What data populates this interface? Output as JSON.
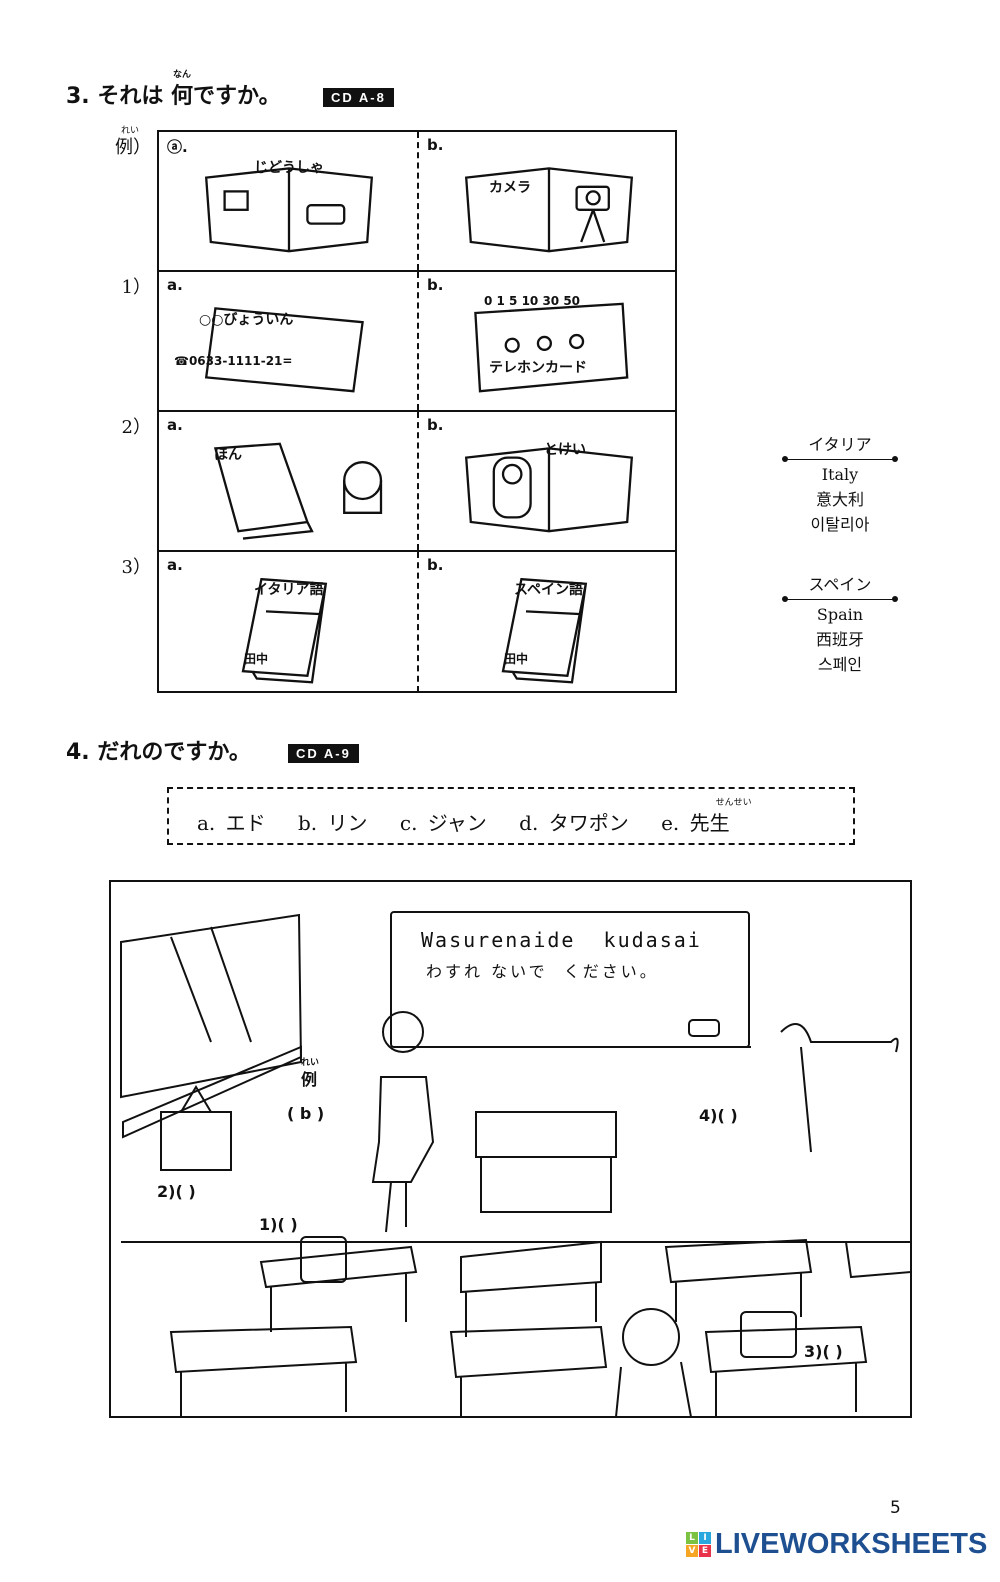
{
  "section3": {
    "number": "3.",
    "title_pre": "それは ",
    "title_kanji": "何",
    "title_post": "ですか。",
    "ruby": "なん",
    "cd": "CD A-8",
    "rows": [
      {
        "label": "例）",
        "ruby": "れい",
        "a": {
          "letter": "ⓐ.",
          "text": "じどうしゃ"
        },
        "b": {
          "letter": "b.",
          "text": "カメラ"
        }
      },
      {
        "label": "1）",
        "a": {
          "letter": "a.",
          "text": "○○びょういん",
          "sub": "☎0633-1111-21="
        },
        "b": {
          "letter": "b.",
          "text": "テレホンカード",
          "sub": "0 1 5 10 30 50"
        }
      },
      {
        "label": "2）",
        "a": {
          "letter": "a.",
          "text": "ほん"
        },
        "b": {
          "letter": "b.",
          "text": "とけい"
        }
      },
      {
        "label": "3）",
        "a": {
          "letter": "a.",
          "text": "イタリア語",
          "sub": "田中"
        },
        "b": {
          "letter": "b.",
          "text": "スペイン語",
          "sub": "田中"
        }
      }
    ]
  },
  "glossary": [
    {
      "kana": "イタリア",
      "en": "Italy",
      "zh": "意大利",
      "ko": "이탈리아"
    },
    {
      "kana": "スペイン",
      "en": "Spain",
      "zh": "西班牙",
      "ko": "스페인"
    }
  ],
  "section4": {
    "title": "4. だれのですか。",
    "cd": "CD A-9",
    "options": [
      "a. エド",
      "b. リン",
      "c. ジャン",
      "d. タワポン",
      "e. 先生"
    ],
    "option_ruby": "せんせい",
    "board": [
      "Wasurenaide  kudasai",
      "わすれ ないで  ください。"
    ],
    "labels": {
      "example_ruby": "れい",
      "example": "例",
      "example_answer": "( b )",
      "q1": "1)(   )",
      "q2": "2)(   )",
      "q3": "3)(   )",
      "q4": "4)(   )"
    }
  },
  "page_number": "5",
  "footer": {
    "brand": "LIVEWORKSHEETS",
    "logo_letters": [
      "L",
      "I",
      "V",
      "E"
    ],
    "logo_colors": [
      "#7cc242",
      "#29a8e0",
      "#f6a623",
      "#e8334a"
    ],
    "brand_color": "#1d4f91"
  }
}
